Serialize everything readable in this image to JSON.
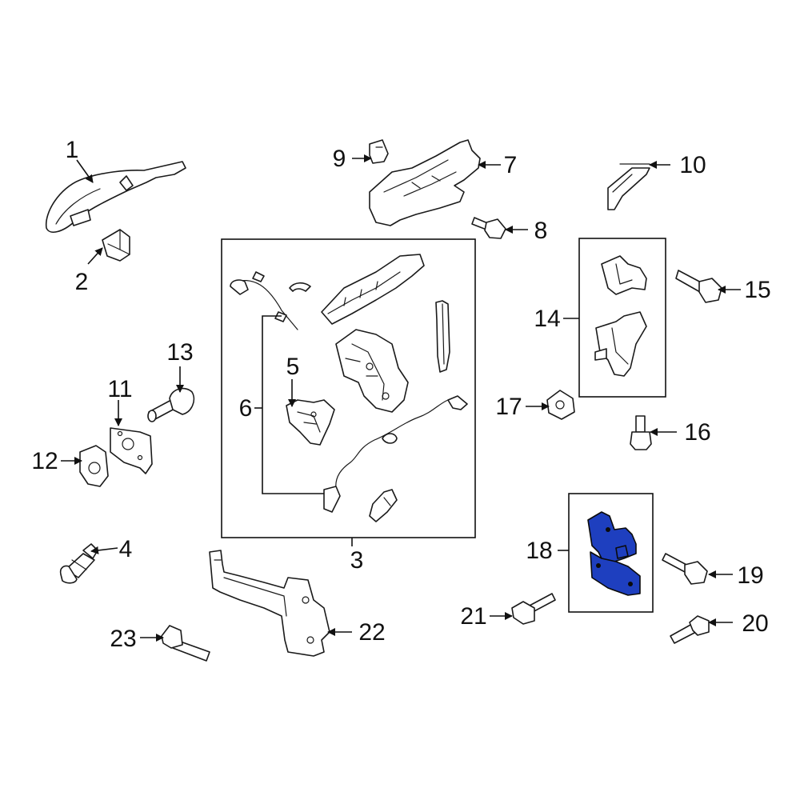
{
  "callouts": [
    {
      "id": "1",
      "label": "1"
    },
    {
      "id": "2",
      "label": "2"
    },
    {
      "id": "3",
      "label": "3"
    },
    {
      "id": "4",
      "label": "4"
    },
    {
      "id": "5",
      "label": "5"
    },
    {
      "id": "6",
      "label": "6"
    },
    {
      "id": "7",
      "label": "7"
    },
    {
      "id": "8",
      "label": "8"
    },
    {
      "id": "9",
      "label": "9"
    },
    {
      "id": "10",
      "label": "10"
    },
    {
      "id": "11",
      "label": "11"
    },
    {
      "id": "12",
      "label": "12"
    },
    {
      "id": "13",
      "label": "13"
    },
    {
      "id": "14",
      "label": "14"
    },
    {
      "id": "15",
      "label": "15"
    },
    {
      "id": "16",
      "label": "16"
    },
    {
      "id": "17",
      "label": "17"
    },
    {
      "id": "18",
      "label": "18"
    },
    {
      "id": "19",
      "label": "19"
    },
    {
      "id": "20",
      "label": "20"
    },
    {
      "id": "21",
      "label": "21"
    },
    {
      "id": "22",
      "label": "22"
    },
    {
      "id": "23",
      "label": "23"
    }
  ],
  "highlighted_part": "18",
  "colors": {
    "highlight": "#1e3fbf",
    "line": "#1a1a1a",
    "background": "#ffffff"
  }
}
